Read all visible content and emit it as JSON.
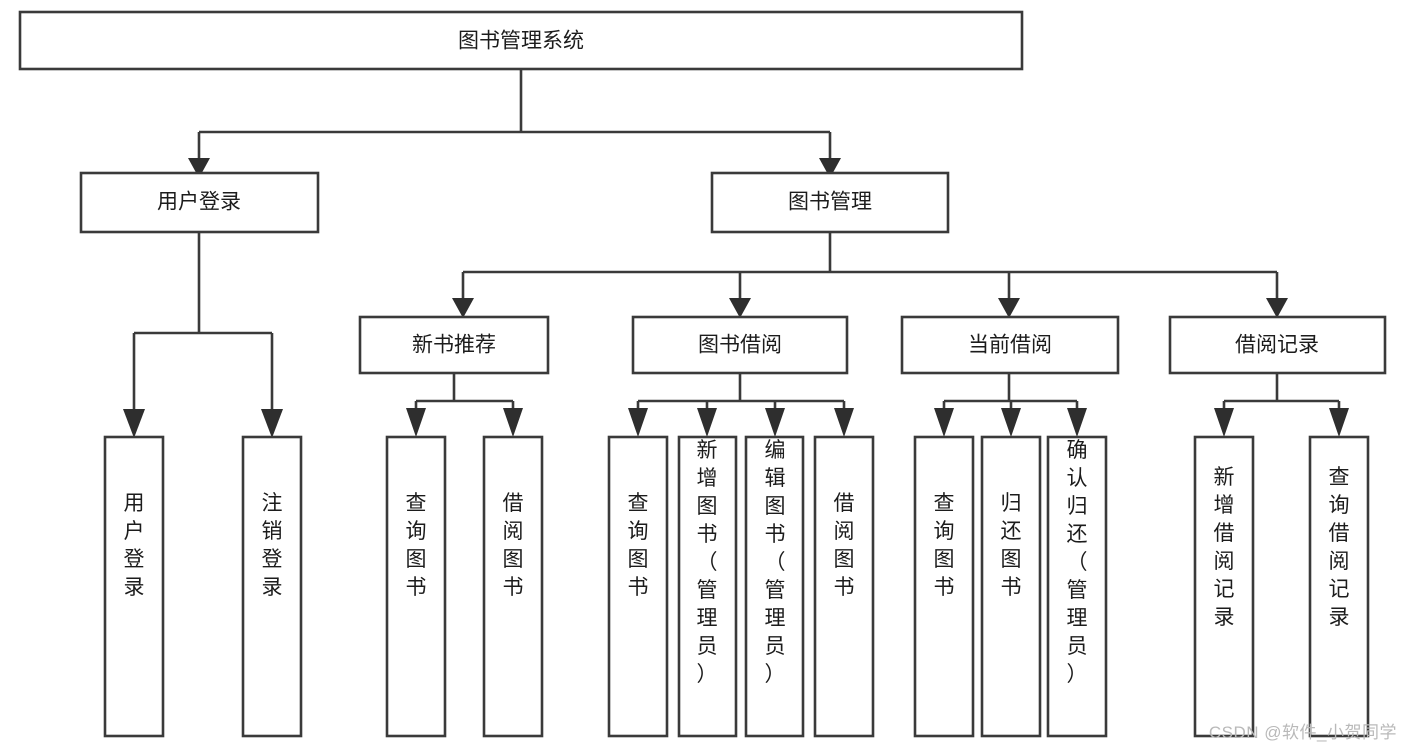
{
  "diagram": {
    "title": "图书管理系统",
    "type": "tree-hierarchy",
    "watermark": "CSDN @软件_小贺同学",
    "colors": {
      "box_stroke": "#3a3a3a",
      "box_fill": "#ffffff",
      "text": "#1c1c1c",
      "arrow": "#2e2e2e",
      "watermark": "#b9b9b9",
      "background": "#ffffff"
    },
    "levels": {
      "root": {
        "label": "图书管理系统"
      },
      "level2": [
        {
          "label": "用户登录"
        },
        {
          "label": "图书管理"
        }
      ],
      "level3": [
        {
          "label": "新书推荐"
        },
        {
          "label": "图书借阅"
        },
        {
          "label": "当前借阅"
        },
        {
          "label": "借阅记录"
        }
      ],
      "leaves": {
        "user_login": [
          {
            "label": "用户登录"
          },
          {
            "label": "注销登录"
          }
        ],
        "new_book_recommend": [
          {
            "label": "查询图书"
          },
          {
            "label": "借阅图书"
          }
        ],
        "book_borrow": [
          {
            "label": "查询图书"
          },
          {
            "label": "新增图书（管理员）"
          },
          {
            "label": "编辑图书（管理员）"
          },
          {
            "label": "借阅图书"
          }
        ],
        "current_borrow": [
          {
            "label": "查询图书"
          },
          {
            "label": "归还图书"
          },
          {
            "label": "确认归还（管理员）"
          }
        ],
        "borrow_record": [
          {
            "label": "新增借阅记录"
          },
          {
            "label": "查询借阅记录"
          }
        ]
      }
    }
  }
}
